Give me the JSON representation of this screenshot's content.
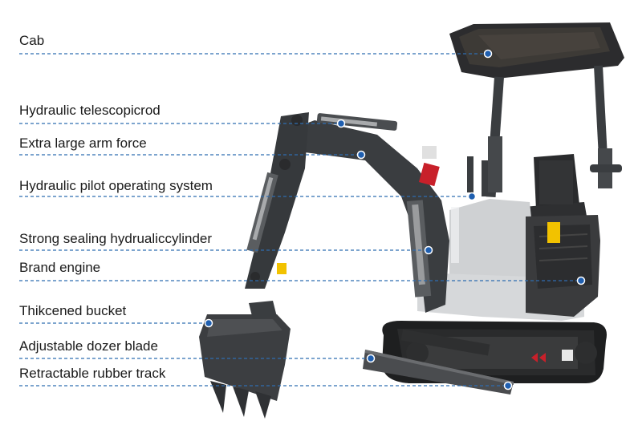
{
  "callouts": [
    {
      "id": "cab",
      "label": "Cab"
    },
    {
      "id": "hydraulic-telescopic-rod",
      "label": "Hydraulic telescopicrod"
    },
    {
      "id": "extra-large-arm-force",
      "label": "Extra large arm force"
    },
    {
      "id": "hydraulic-pilot-operating-system",
      "label": "Hydraulic pilot operating system"
    },
    {
      "id": "strong-sealing-hydraulic-cylinder",
      "label": "Strong sealing hydrualiccylinder"
    },
    {
      "id": "brand-engine",
      "label": "Brand engine"
    },
    {
      "id": "thickened-bucket",
      "label": "Thikcened bucket"
    },
    {
      "id": "adjustable-dozer-blade",
      "label": "Adjustable dozer blade"
    },
    {
      "id": "retractable-rubber-track",
      "label": "Retractable rubber track"
    }
  ],
  "colors": {
    "leader_line": "#2f6db0",
    "marker": "#1f5fb0",
    "machine_dark": "#3a3d40",
    "body_panel": "#d4d6d8",
    "accent_red": "#c8202a",
    "warning_yellow": "#f2c200"
  }
}
